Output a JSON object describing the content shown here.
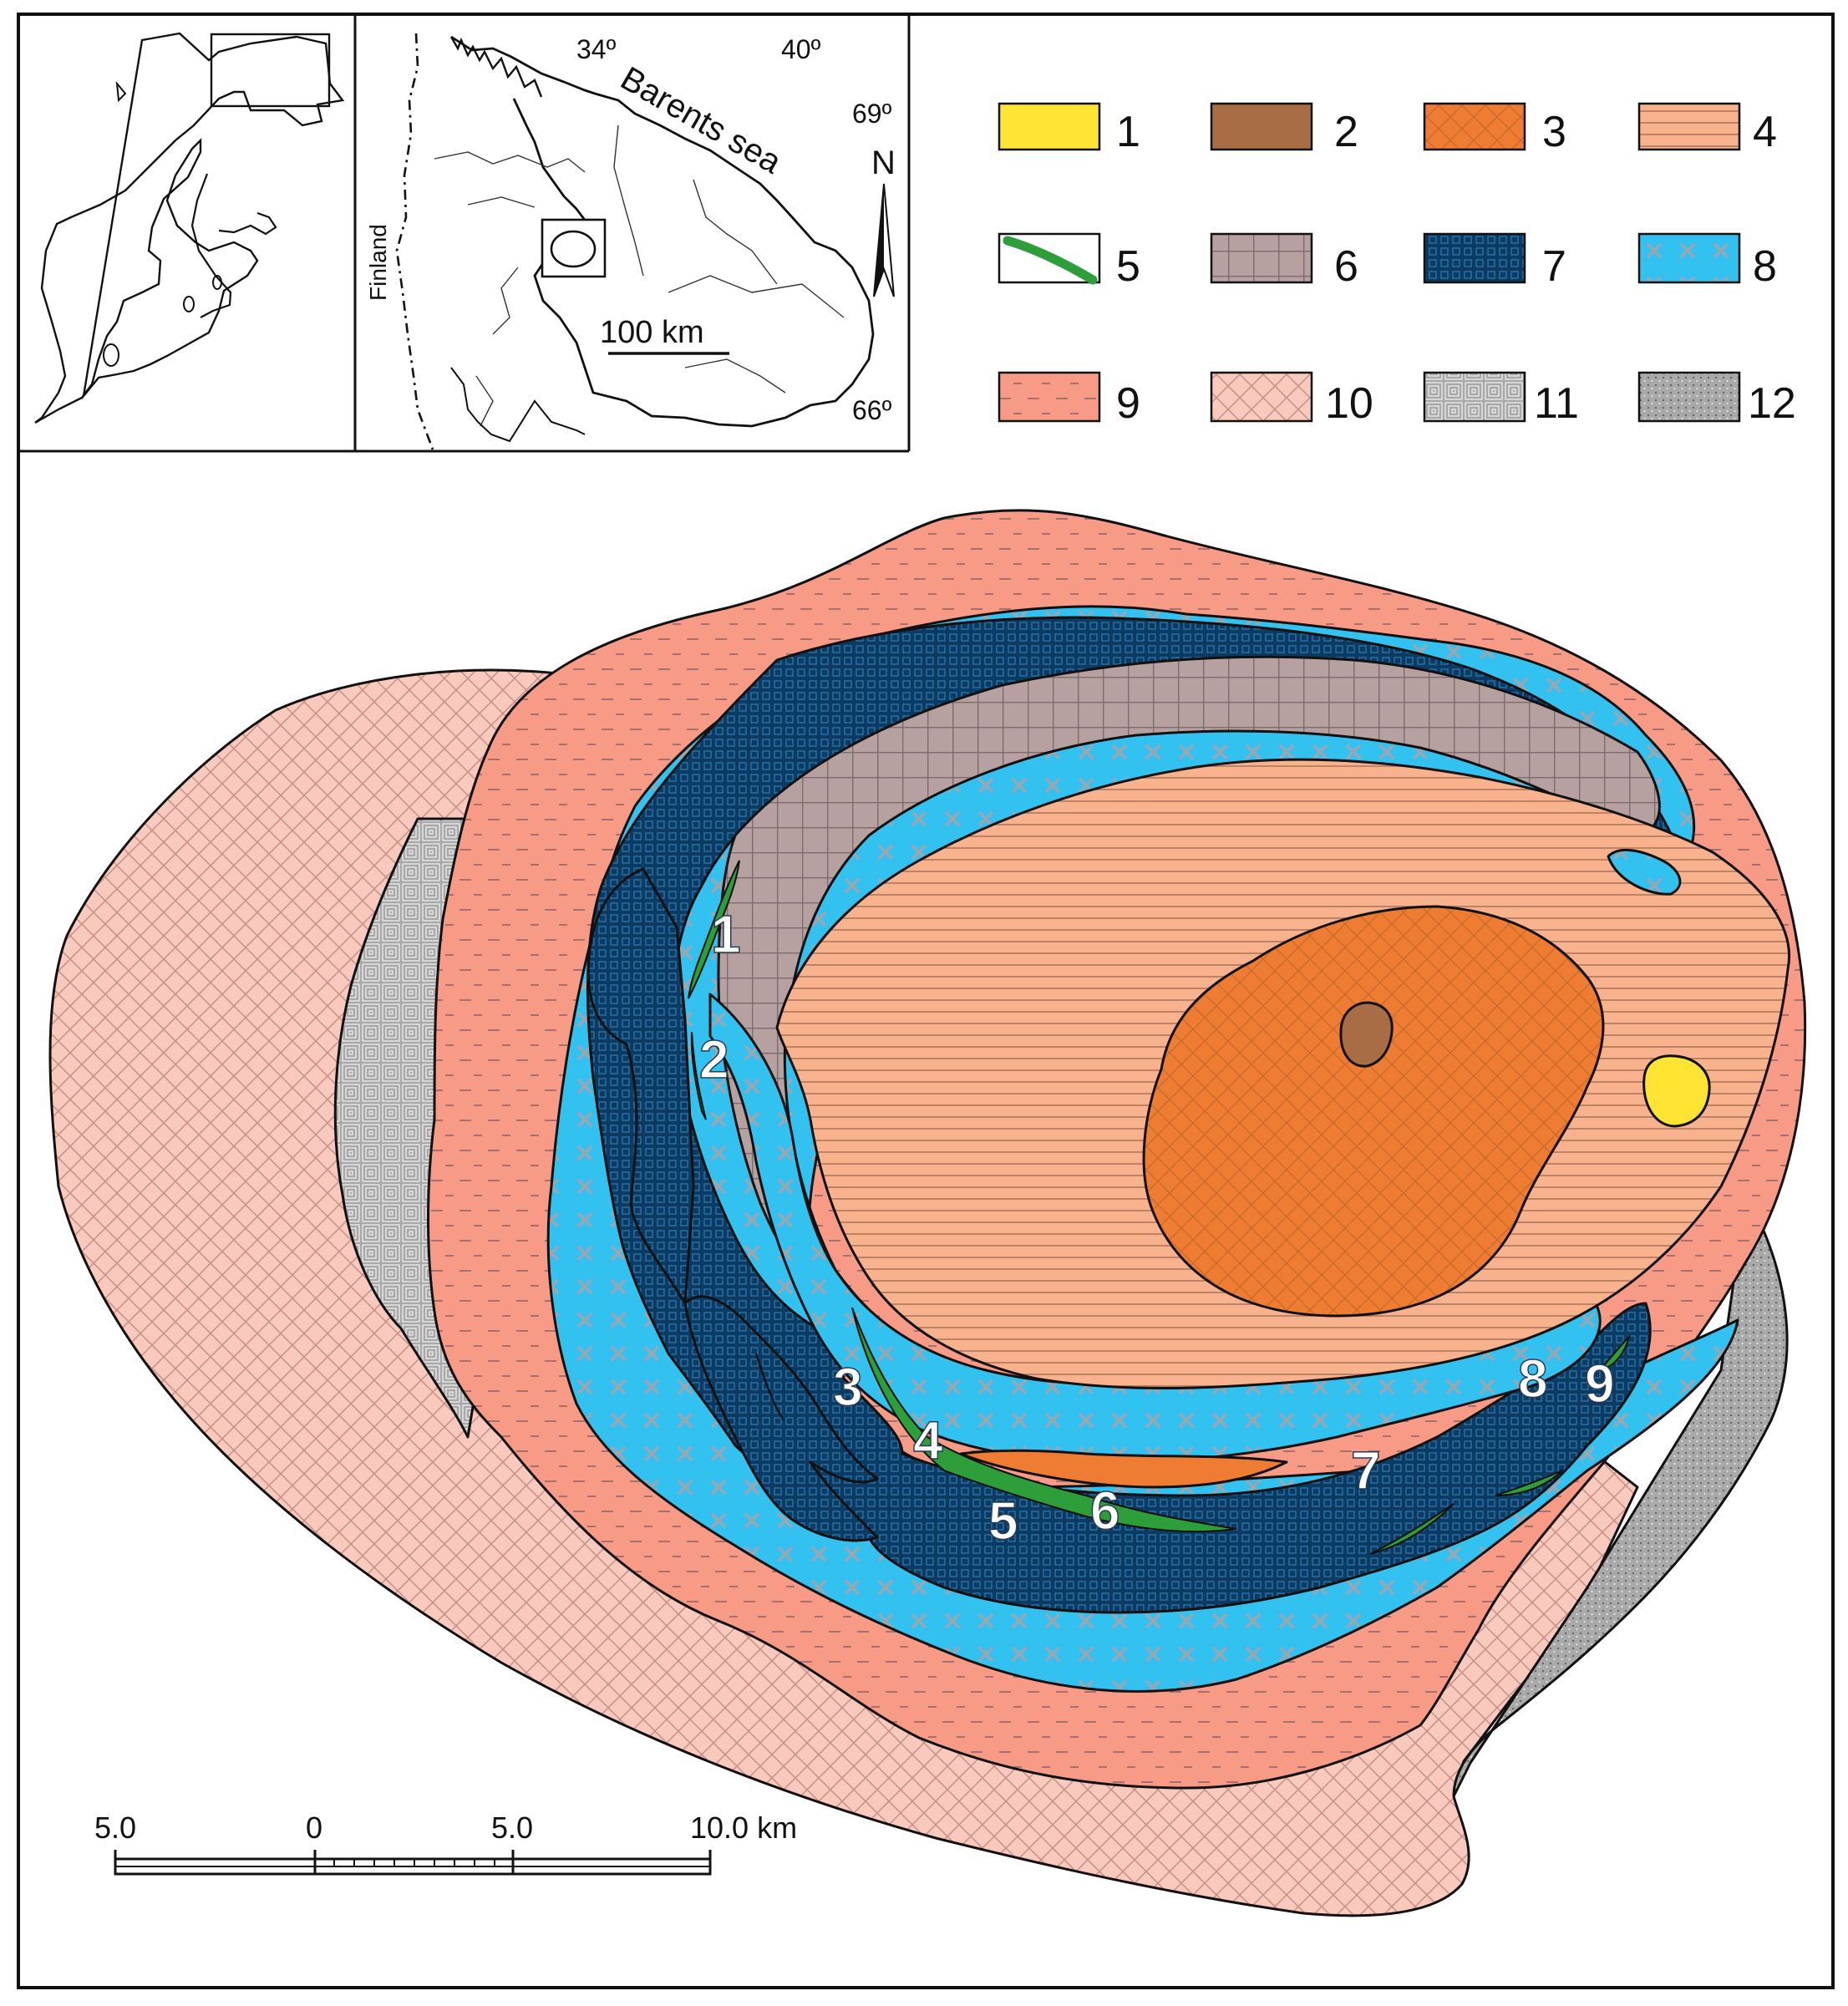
{
  "inset": {
    "longitude_labels": [
      "34º",
      "40º"
    ],
    "latitude_labels": [
      "69º",
      "66º"
    ],
    "sea_label": "Barents sea",
    "country_label": "Finland",
    "scale_label": "100 km",
    "north_label": "N"
  },
  "legend": {
    "items": [
      {
        "label": "1",
        "color": "#ffe433",
        "pattern": "solid"
      },
      {
        "label": "2",
        "color": "#a96d45",
        "pattern": "solid"
      },
      {
        "label": "3",
        "color": "#ee7d33",
        "pattern": "crosshatch"
      },
      {
        "label": "4",
        "color": "#f8b28e",
        "pattern": "horizontal-lines"
      },
      {
        "label": "5",
        "color": "#2e9e3a",
        "pattern": "green-vein"
      },
      {
        "label": "6",
        "color": "#b6a0a0",
        "pattern": "grid"
      },
      {
        "label": "7",
        "color": "#0b3a63",
        "pattern": "dark-grid"
      },
      {
        "label": "8",
        "color": "#33c2ef",
        "pattern": "x-marks"
      },
      {
        "label": "9",
        "color": "#f79a86",
        "pattern": "dashes"
      },
      {
        "label": "10",
        "color": "#f9c9bd",
        "pattern": "crosshatch"
      },
      {
        "label": "11",
        "color": "#9f9f9f",
        "pattern": "nested-squares"
      },
      {
        "label": "12",
        "color": "#a9a9a9",
        "pattern": "stipple"
      }
    ]
  },
  "deposits": [
    "1",
    "2",
    "3",
    "4",
    "5",
    "6",
    "7",
    "8",
    "9"
  ],
  "scale_bar": {
    "labels": [
      "5.0",
      "0",
      "5.0",
      "10.0 km"
    ]
  }
}
